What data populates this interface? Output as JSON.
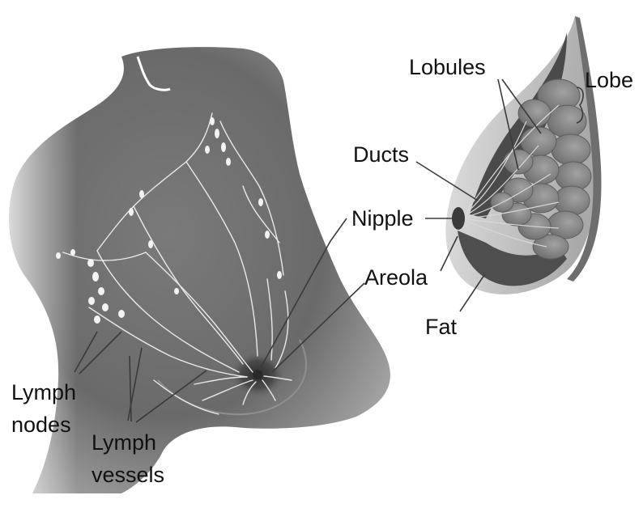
{
  "labels": {
    "lobules": "Lobules",
    "lobe": "Lobe",
    "ducts": "Ducts",
    "nipple": "Nipple",
    "areola": "Areola",
    "fat": "Fat",
    "lymph_nodes_line1": "Lymph",
    "lymph_nodes_line2": "nodes",
    "lymph_vessels_line1": "Lymph",
    "lymph_vessels_line2": "vessels"
  },
  "colors": {
    "background": "#ffffff",
    "body_dark": "#5a5a5a",
    "body_light": "#a8a8a8",
    "fat_shell": "#c4c4c4",
    "lobe_tissue": "#8a8a8a",
    "vessels": "#e9e9e9",
    "label_text": "#111111"
  }
}
